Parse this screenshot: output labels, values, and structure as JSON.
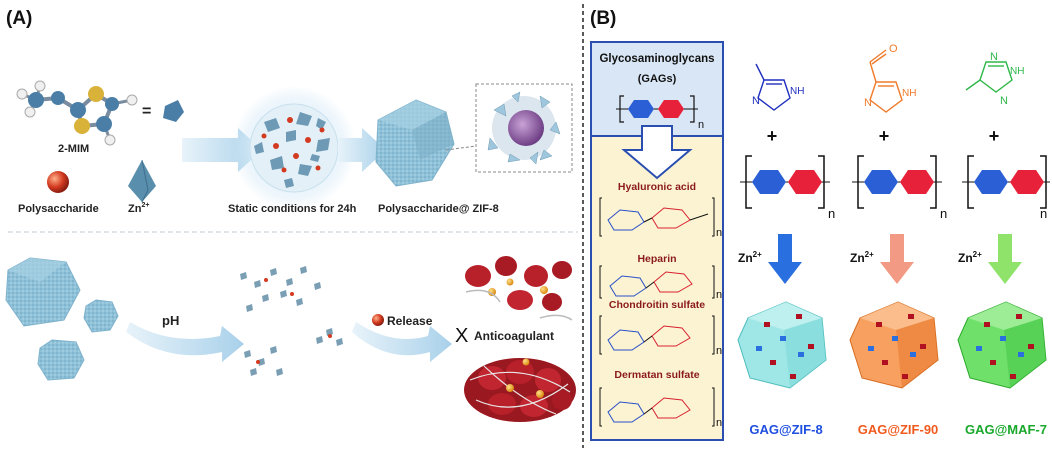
{
  "panel_a": {
    "label": "(A)",
    "mim_label": "2-MIM",
    "equals": "=",
    "polysaccharide_label": "Polysaccharide",
    "zn_label": "Zn",
    "zn_sup": "2+",
    "static_label": "Static conditions for 24h",
    "product_label": "Polysaccharide@ ZIF-8",
    "ph_label": "pH",
    "release_label": "Release",
    "anticoagulant_label": "Anticoagulant",
    "x_mark": "X"
  },
  "panel_b": {
    "label": "(B)",
    "gag_title": "Glycosaminoglycans",
    "gag_abbr": "(GAGs)",
    "n": "n",
    "types": [
      "Hyaluronic acid",
      "Heparin",
      "Chondroitin sulfate",
      "Dermatan sulfate"
    ],
    "linkers": [
      {
        "nh": "NH",
        "extra": "",
        "color": "#1f2fbf"
      },
      {
        "nh": "NH",
        "extra": "O",
        "color": "#f07a2a"
      },
      {
        "nh": "NH",
        "extra": "",
        "color": "#2fb84a"
      }
    ],
    "plus": "+",
    "zn": "Zn",
    "zn_sup": "2+",
    "products": [
      {
        "name": "GAG@ZIF-8",
        "color": "#1f4fe0"
      },
      {
        "name": "GAG@ZIF-90",
        "color": "#f05a1e"
      },
      {
        "name": "GAG@MAF-7",
        "color": "#1aa82c"
      }
    ]
  }
}
